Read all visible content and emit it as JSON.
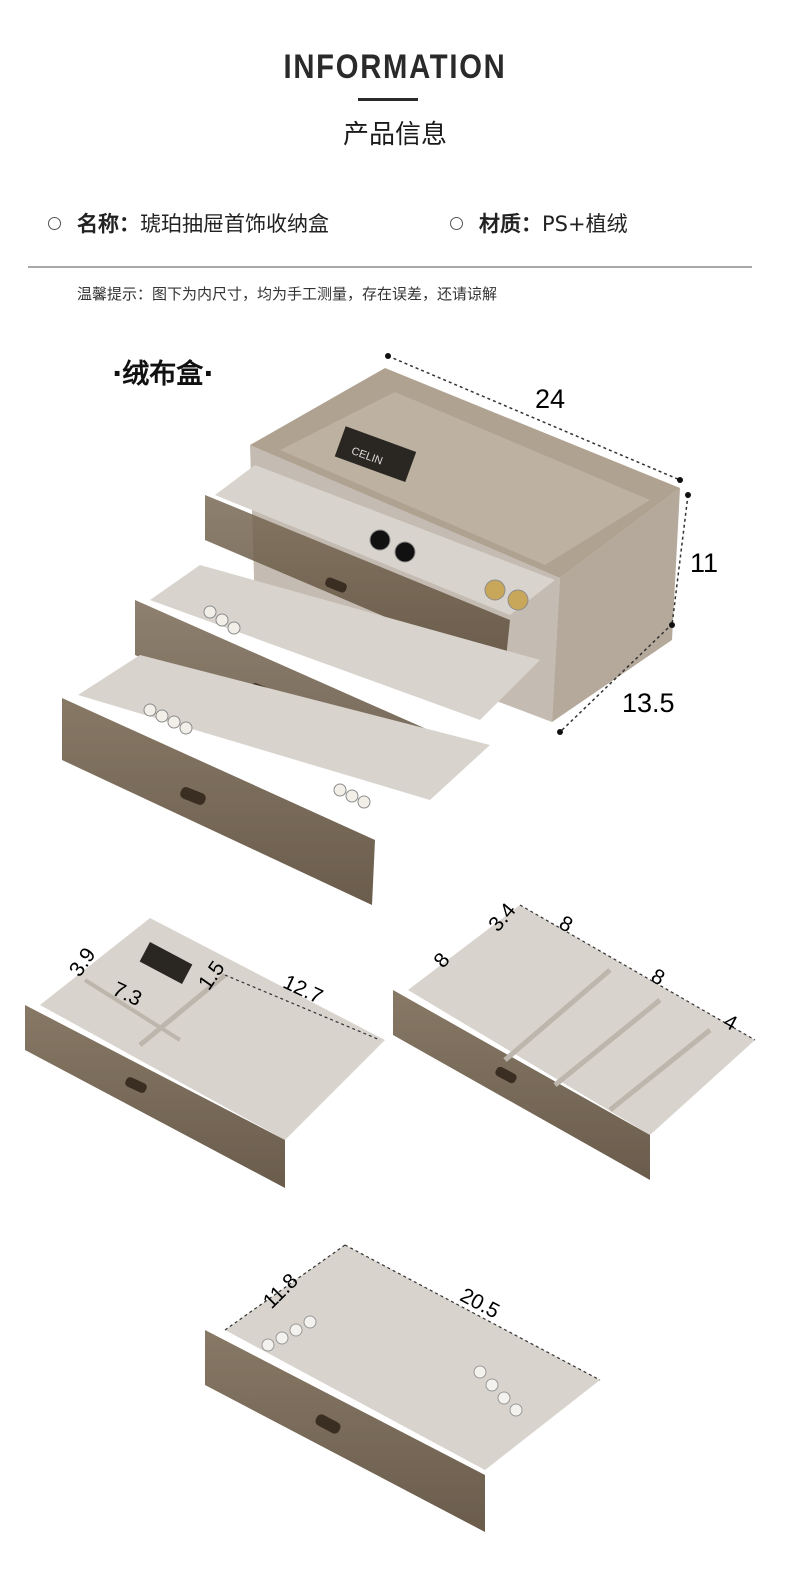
{
  "header": {
    "title_en": "INFORMATION",
    "title_cn": "产品信息"
  },
  "specs": [
    {
      "label": "名称：",
      "value": "琥珀抽屉首饰收纳盒"
    },
    {
      "label": "材质：",
      "value": "PS+植绒"
    }
  ],
  "note": "温馨提示：图下为内尺寸，均为手工测量，存在误差，还请谅解",
  "box_title": "·绒布盒·",
  "main_dimensions": {
    "width": "24",
    "height": "11",
    "depth": "13.5"
  },
  "top_drawer_dimensions": [
    "3.9",
    "7.3",
    "1.5",
    "12.7"
  ],
  "middle_drawer_dimensions": [
    "3.4",
    "8",
    "8",
    "8",
    "4"
  ],
  "bottom_drawer_dimensions": [
    "11.8",
    "20.5"
  ],
  "brand_card": "CELIN",
  "colors": {
    "amber": "#6b5a45",
    "velvet": "#d9d5d0",
    "text": "#1a1a1a"
  }
}
